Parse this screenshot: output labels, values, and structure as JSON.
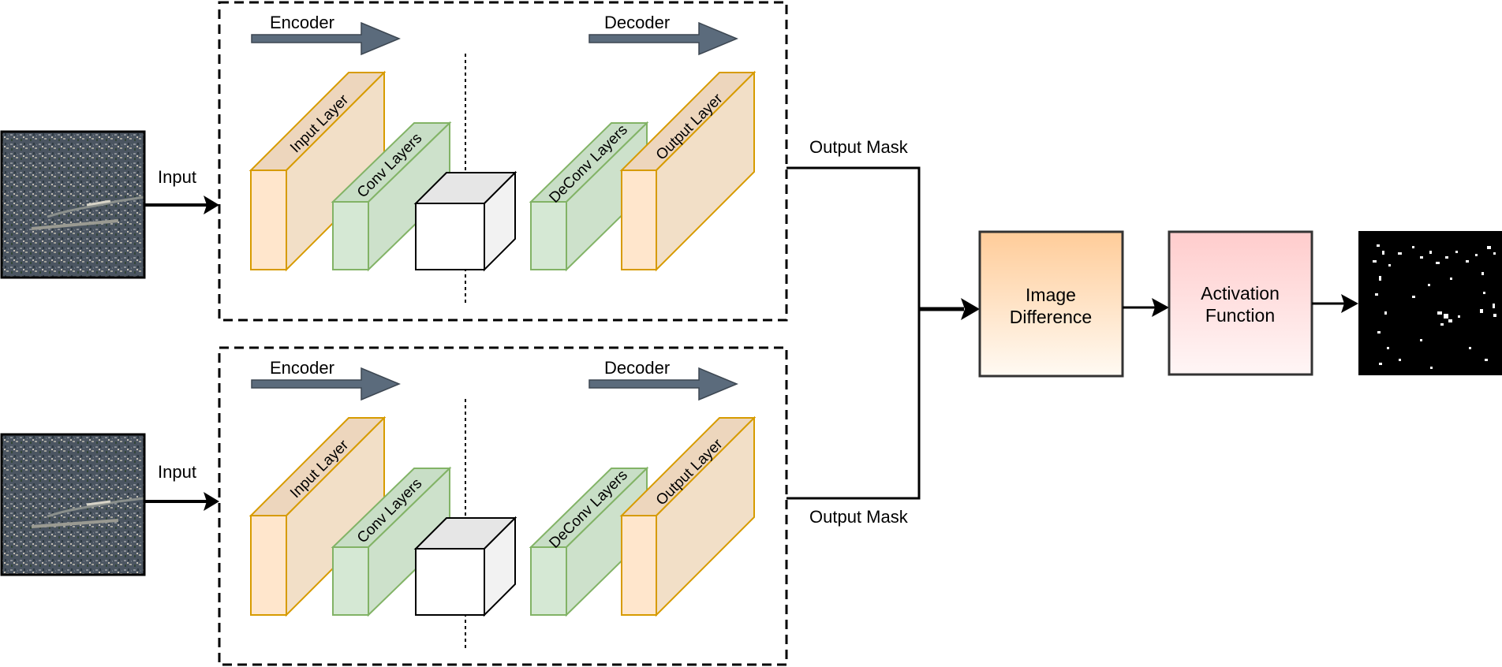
{
  "input_label": "Input",
  "encoder_label": "Encoder",
  "decoder_label": "Decoder",
  "layers": {
    "input": "Input Layer",
    "conv": "Conv Layers",
    "deconv": "DeConv Layers",
    "output": "Output Layer"
  },
  "output_mask_label": "Output Mask",
  "image_difference": {
    "line1": "Image",
    "line2": "Difference"
  },
  "activation_function": {
    "line1": "Activation",
    "line2": "Function"
  },
  "colors": {
    "orange_fill": "#ffe6cc",
    "orange_stroke": "#d79b00",
    "green_fill": "#d5e8d4",
    "green_stroke": "#82b366",
    "arrow_fill": "#5b6b7c",
    "image_diff_top": "#ffcc99",
    "activation_top": "#ffcccc"
  }
}
